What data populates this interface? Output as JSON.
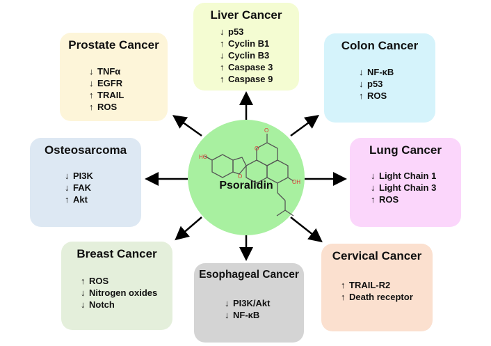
{
  "center": {
    "label": "Psoralidin"
  },
  "boxes": {
    "liver": {
      "title": "Liver Cancer",
      "items": [
        {
          "dir": "↓",
          "text": "p53"
        },
        {
          "dir": "↑",
          "text": "Cyclin B1"
        },
        {
          "dir": "↓",
          "text": "Cyclin B3"
        },
        {
          "dir": "↑",
          "text": "Caspase 3"
        },
        {
          "dir": "↑",
          "text": "Caspase 9"
        }
      ]
    },
    "prostate": {
      "title": "Prostate Cancer",
      "items": [
        {
          "dir": "↓",
          "text": "TNFα"
        },
        {
          "dir": "↓",
          "text": "EGFR"
        },
        {
          "dir": "↑",
          "text": "TRAIL"
        },
        {
          "dir": "↑",
          "text": "ROS"
        }
      ]
    },
    "colon": {
      "title": "Colon Cancer",
      "items": [
        {
          "dir": "↓",
          "text": "NF-κB"
        },
        {
          "dir": "↓",
          "text": "p53"
        },
        {
          "dir": "↑",
          "text": "ROS"
        }
      ]
    },
    "osteosarcoma": {
      "title": "Osteosarcoma",
      "items": [
        {
          "dir": "↓",
          "text": "PI3K"
        },
        {
          "dir": "↓",
          "text": "FAK"
        },
        {
          "dir": "↑",
          "text": "Akt"
        }
      ]
    },
    "lung": {
      "title": "Lung Cancer",
      "items": [
        {
          "dir": "↓",
          "text": "Light Chain 1"
        },
        {
          "dir": "↓",
          "text": "Light Chain 3"
        },
        {
          "dir": "↑",
          "text": "ROS"
        }
      ]
    },
    "breast": {
      "title": "Breast Cancer",
      "items": [
        {
          "dir": "↑",
          "text": "ROS"
        },
        {
          "dir": "↓",
          "text": "Nitrogen oxides"
        },
        {
          "dir": "↓",
          "text": "Notch"
        }
      ]
    },
    "esophageal": {
      "title": "Esophageal Cancer",
      "items": [
        {
          "dir": "↓",
          "text": "PI3K/Akt"
        },
        {
          "dir": "↓",
          "text": "NF-κB"
        }
      ]
    },
    "cervical": {
      "title": "Cervical Cancer",
      "items": [
        {
          "dir": "↑",
          "text": "TRAIL-R2"
        },
        {
          "dir": "↑",
          "text": "Death receptor"
        }
      ]
    }
  },
  "colors": {
    "liver": "#f4fcd2",
    "prostate": "#fdf5d9",
    "colon": "#d5f3fb",
    "osteosarcoma": "#dde8f3",
    "lung": "#fbd6fb",
    "breast": "#e4efdb",
    "esophageal": "#d4d4d4",
    "cervical": "#fbe0cf",
    "center": "#a8f0a0"
  }
}
